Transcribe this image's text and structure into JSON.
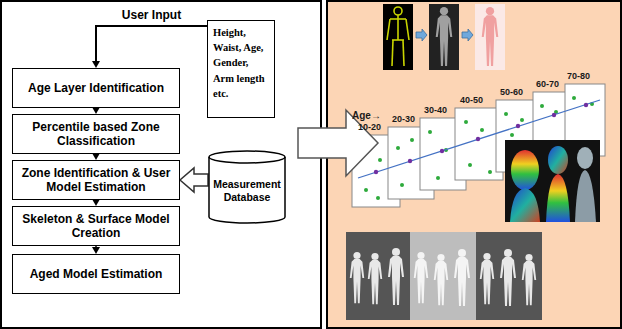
{
  "diagram": {
    "nodes": [
      {
        "text": [
          "Age Layer Identification"
        ]
      },
      {
        "text": [
          "Percentile based Zone Classification"
        ]
      },
      {
        "text": [
          "Zone Identification & User Model Estimation"
        ]
      },
      {
        "text": [
          "Skeleton & Surface Model Creation"
        ]
      },
      {
        "text": [
          "Aged Model Estimation"
        ]
      },
      {
        "text": [
          "Height, Waist, Age, Gender, Arm length etc."
        ]
      },
      {
        "text": [
          "Measurement Database"
        ]
      }
    ],
    "edges": [
      {
        "from": 5,
        "to": 0,
        "arrow": "to",
        "label": "User Input"
      },
      {
        "from": 0,
        "to": 1,
        "arrow": "to"
      },
      {
        "from": 1,
        "to": 2,
        "arrow": "to"
      },
      {
        "from": 2,
        "to": 3,
        "arrow": "to"
      },
      {
        "from": 3,
        "to": 4,
        "arrow": "to"
      },
      {
        "from": 6,
        "to": 2,
        "arrow": "to"
      }
    ],
    "labels": [
      "Age→",
      "10-20",
      "20-30",
      "30-40",
      "40-50",
      "50-60",
      "60-70",
      "70-80"
    ]
  }
}
